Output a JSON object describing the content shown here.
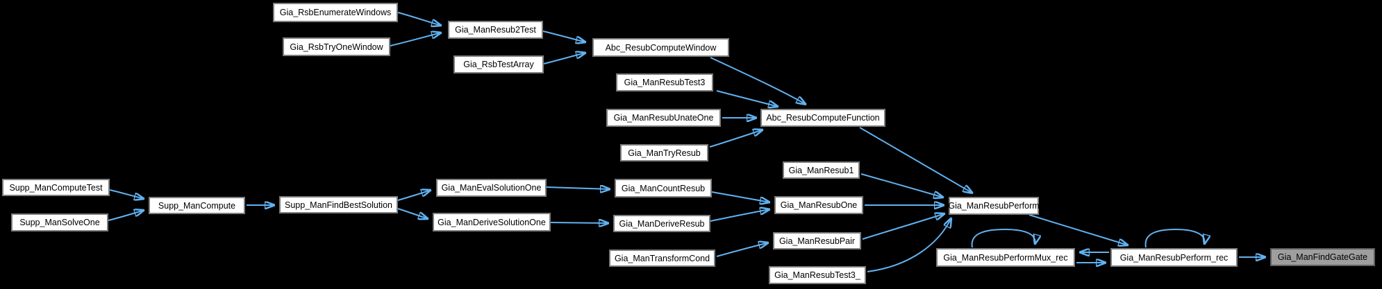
{
  "graph": {
    "kind": "caller-graph",
    "highlighted_node": "Gia_ManFindGateGate",
    "colors": {
      "background": "#000000",
      "node_fill": "#ffffff",
      "node_border": "#7e7e7e",
      "highlight_fill": "#9e9e9e",
      "edge": "#61b2f1",
      "text": "#000000"
    },
    "nodes": [
      {
        "id": "Gia_RsbEnumerateWindows",
        "label": "Gia_RsbEnumerateWindows"
      },
      {
        "id": "Gia_RsbTryOneWindow",
        "label": "Gia_RsbTryOneWindow"
      },
      {
        "id": "Gia_ManResub2Test",
        "label": "Gia_ManResub2Test"
      },
      {
        "id": "Gia_RsbTestArray",
        "label": "Gia_RsbTestArray"
      },
      {
        "id": "Abc_ResubComputeWindow",
        "label": "Abc_ResubComputeWindow"
      },
      {
        "id": "Gia_ManResubTest3",
        "label": "Gia_ManResubTest3"
      },
      {
        "id": "Gia_ManResubUnateOne",
        "label": "Gia_ManResubUnateOne"
      },
      {
        "id": "Abc_ResubComputeFunction",
        "label": "Abc_ResubComputeFunction"
      },
      {
        "id": "Gia_ManTryResub",
        "label": "Gia_ManTryResub"
      },
      {
        "id": "Gia_ManResub1",
        "label": "Gia_ManResub1"
      },
      {
        "id": "Supp_ManComputeTest",
        "label": "Supp_ManComputeTest"
      },
      {
        "id": "Supp_ManSolveOne",
        "label": "Supp_ManSolveOne"
      },
      {
        "id": "Supp_ManCompute",
        "label": "Supp_ManCompute"
      },
      {
        "id": "Supp_ManFindBestSolution",
        "label": "Supp_ManFindBestSolution"
      },
      {
        "id": "Gia_ManEvalSolutionOne",
        "label": "Gia_ManEvalSolutionOne"
      },
      {
        "id": "Gia_ManDeriveSolutionOne",
        "label": "Gia_ManDeriveSolutionOne"
      },
      {
        "id": "Gia_ManCountResub",
        "label": "Gia_ManCountResub"
      },
      {
        "id": "Gia_ManDeriveResub",
        "label": "Gia_ManDeriveResub"
      },
      {
        "id": "Gia_ManResubOne",
        "label": "Gia_ManResubOne"
      },
      {
        "id": "Gia_ManResubPair",
        "label": "Gia_ManResubPair"
      },
      {
        "id": "Gia_ManTransformCond",
        "label": "Gia_ManTransformCond"
      },
      {
        "id": "Gia_ManResubTest3_",
        "label": "Gia_ManResubTest3_"
      },
      {
        "id": "Gia_ManResubPerform",
        "label": "Gia_ManResubPerform"
      },
      {
        "id": "Gia_ManResubPerformMux_rec",
        "label": "Gia_ManResubPerformMux_rec"
      },
      {
        "id": "Gia_ManResubPerform_rec",
        "label": "Gia_ManResubPerform_rec"
      },
      {
        "id": "Gia_ManFindGateGate",
        "label": "Gia_ManFindGateGate"
      }
    ],
    "edges": [
      {
        "from": "Gia_RsbEnumerateWindows",
        "to": "Gia_ManResub2Test"
      },
      {
        "from": "Gia_RsbTryOneWindow",
        "to": "Gia_ManResub2Test"
      },
      {
        "from": "Gia_ManResub2Test",
        "to": "Abc_ResubComputeWindow"
      },
      {
        "from": "Gia_RsbTestArray",
        "to": "Abc_ResubComputeWindow"
      },
      {
        "from": "Abc_ResubComputeWindow",
        "to": "Abc_ResubComputeFunction"
      },
      {
        "from": "Gia_ManResubTest3",
        "to": "Abc_ResubComputeFunction"
      },
      {
        "from": "Gia_ManResubUnateOne",
        "to": "Abc_ResubComputeFunction"
      },
      {
        "from": "Gia_ManTryResub",
        "to": "Abc_ResubComputeFunction"
      },
      {
        "from": "Abc_ResubComputeFunction",
        "to": "Gia_ManResubPerform"
      },
      {
        "from": "Gia_ManResub1",
        "to": "Gia_ManResubPerform"
      },
      {
        "from": "Supp_ManComputeTest",
        "to": "Supp_ManCompute"
      },
      {
        "from": "Supp_ManSolveOne",
        "to": "Supp_ManCompute"
      },
      {
        "from": "Supp_ManCompute",
        "to": "Supp_ManFindBestSolution"
      },
      {
        "from": "Supp_ManFindBestSolution",
        "to": "Gia_ManEvalSolutionOne"
      },
      {
        "from": "Supp_ManFindBestSolution",
        "to": "Gia_ManDeriveSolutionOne"
      },
      {
        "from": "Gia_ManEvalSolutionOne",
        "to": "Gia_ManCountResub"
      },
      {
        "from": "Gia_ManDeriveSolutionOne",
        "to": "Gia_ManDeriveResub"
      },
      {
        "from": "Gia_ManCountResub",
        "to": "Gia_ManResubOne"
      },
      {
        "from": "Gia_ManDeriveResub",
        "to": "Gia_ManResubOne"
      },
      {
        "from": "Gia_ManResubOne",
        "to": "Gia_ManResubPerform"
      },
      {
        "from": "Gia_ManResubPair",
        "to": "Gia_ManResubPerform"
      },
      {
        "from": "Gia_ManTransformCond",
        "to": "Gia_ManResubPair"
      },
      {
        "from": "Gia_ManResubTest3_",
        "to": "Gia_ManResubPerform"
      },
      {
        "from": "Gia_ManResubPerform",
        "to": "Gia_ManResubPerform_rec"
      },
      {
        "from": "Gia_ManResubPerformMux_rec",
        "to": "Gia_ManResubPerformMux_rec"
      },
      {
        "from": "Gia_ManResubPerform_rec",
        "to": "Gia_ManResubPerformMux_rec"
      },
      {
        "from": "Gia_ManResubPerformMux_rec",
        "to": "Gia_ManResubPerform_rec"
      },
      {
        "from": "Gia_ManResubPerform_rec",
        "to": "Gia_ManResubPerform_rec"
      },
      {
        "from": "Gia_ManResubPerform_rec",
        "to": "Gia_ManFindGateGate"
      }
    ]
  }
}
